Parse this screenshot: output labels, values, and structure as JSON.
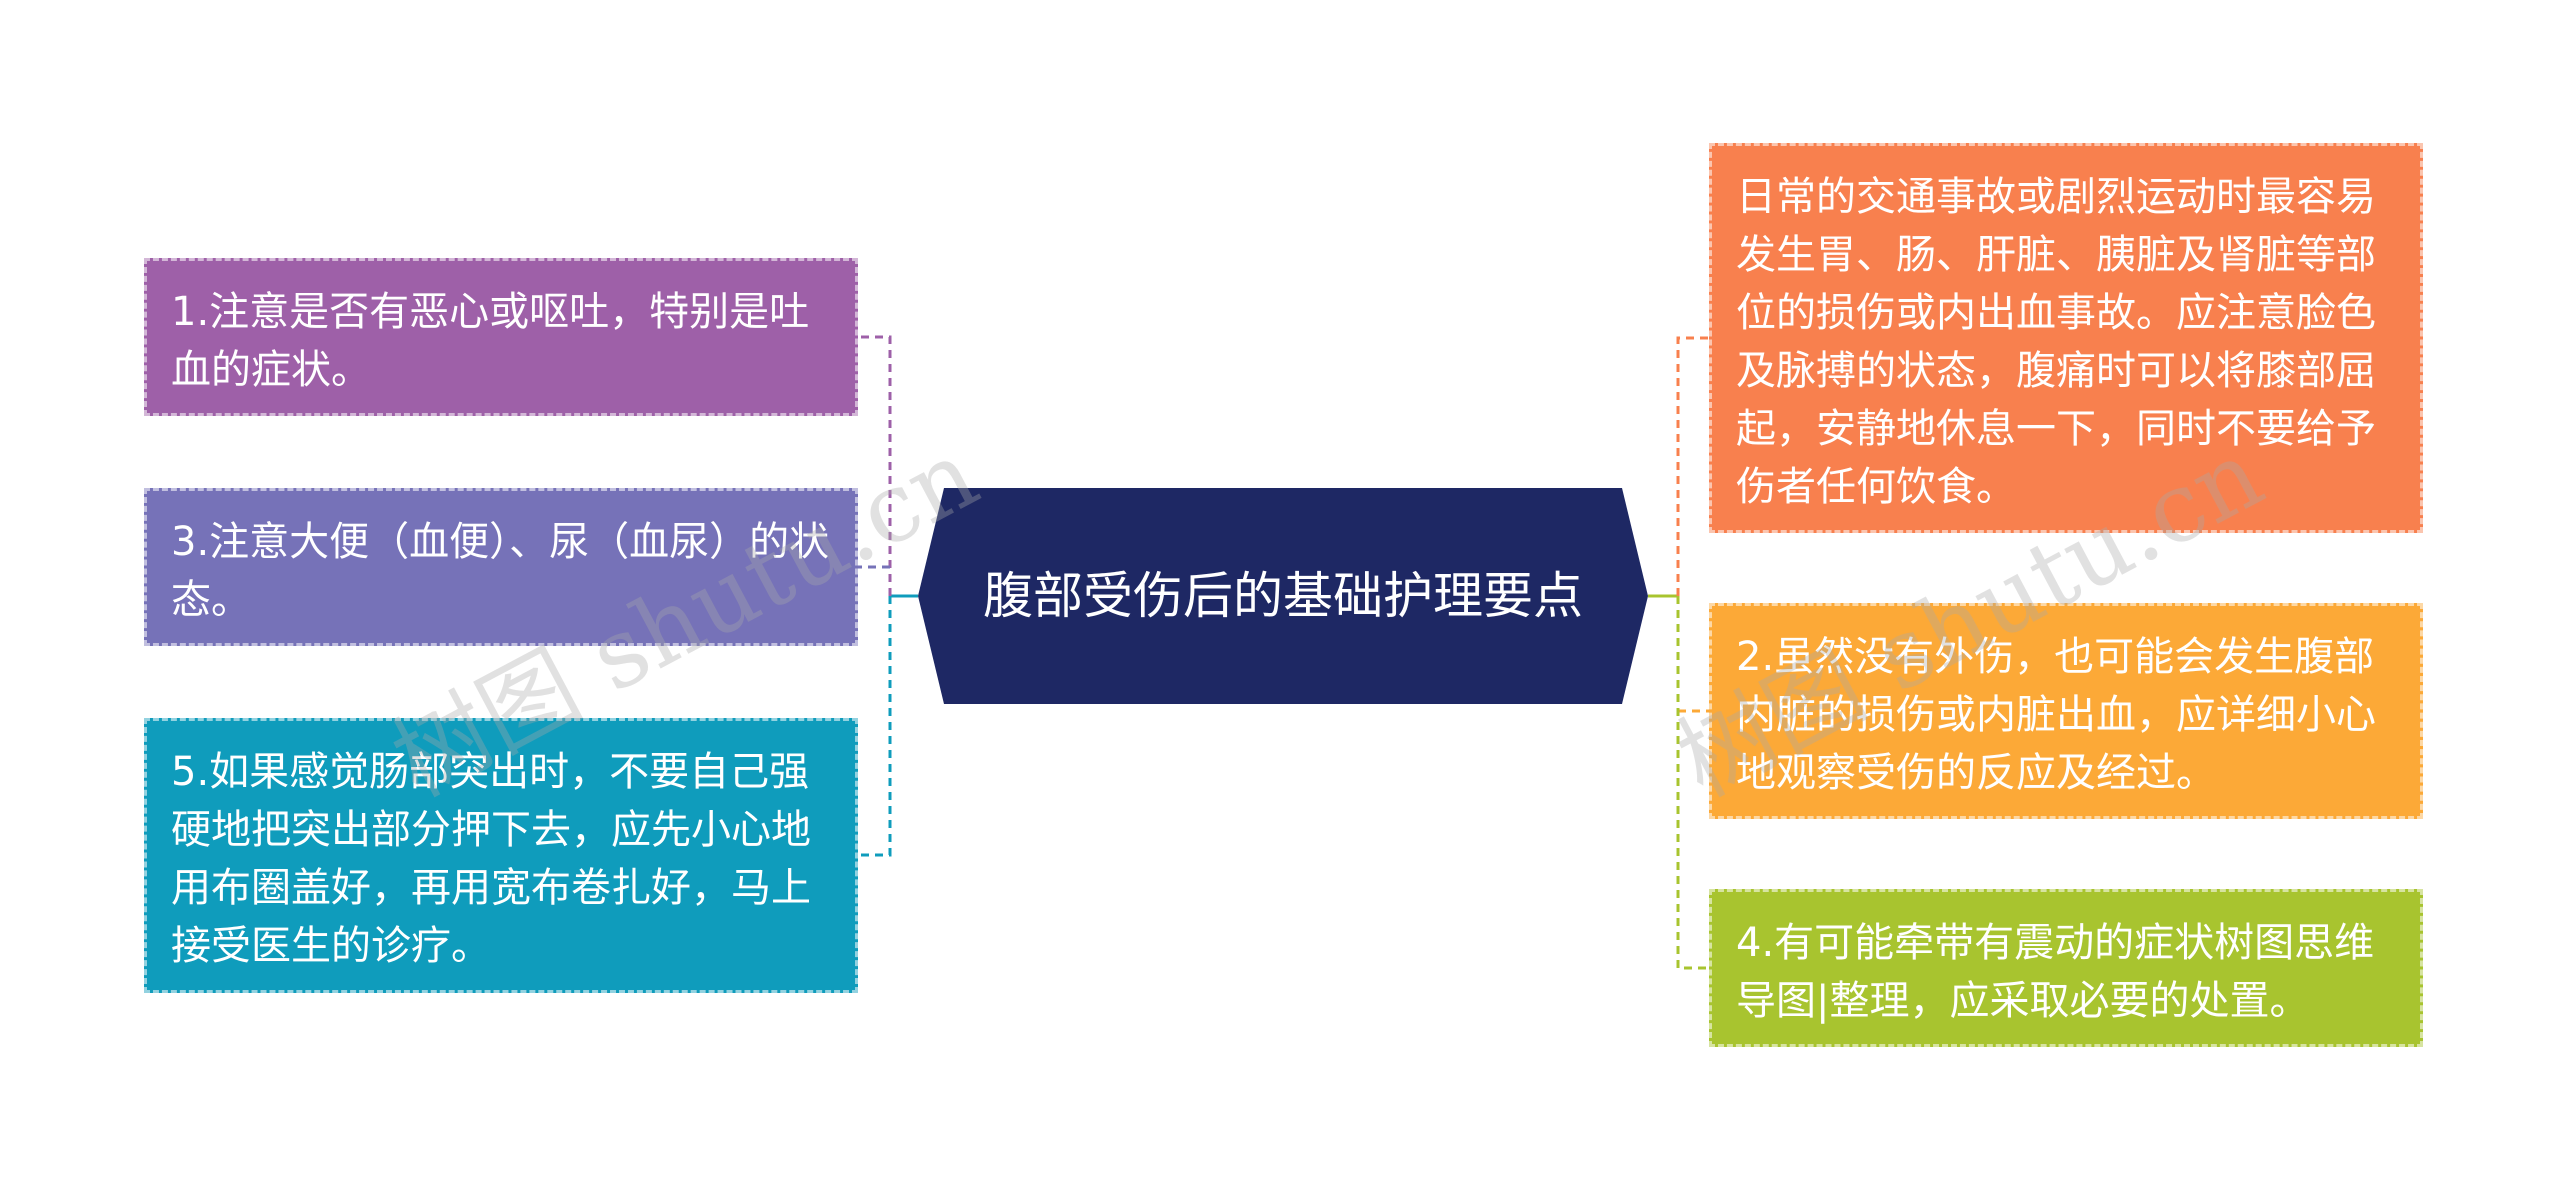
{
  "center": {
    "title": "腹部受伤后的基础护理要点"
  },
  "left_branches": [
    {
      "text": "1.注意是否有恶心或呕吐，特别是吐血的症状。",
      "color": "#9e60a8"
    },
    {
      "text": "3.注意大便（血便）、尿（血尿）的状态。",
      "color": "#7672b8"
    },
    {
      "text": "5.如果感觉肠部突出时，不要自己强硬地把突出部分押下去，应先小心地用布圈盖好，再用宽布卷扎好，马上接受医生的诊疗。",
      "color": "#0f9cbc"
    }
  ],
  "right_branches": [
    {
      "text": "日常的交通事故或剧烈运动时最容易发生胃、肠、肝脏、胰脏及肾脏等部位的损伤或内出血事故。应注意脸色及脉搏的状态，腹痛时可以将膝部屈起，安静地休息一下，同时不要给予伤者任何饮食。",
      "color": "#f8804e"
    },
    {
      "text": "2.虽然没有外伤，也可能会发生腹部内脏的损伤或内脏出血，应详细小心地观察受伤的反应及经过。",
      "color": "#fca937"
    },
    {
      "text": "4.有可能牵带有震动的症状树图思维导图|整理，应采取必要的处置。",
      "color": "#a8c42f"
    }
  ],
  "watermark": {
    "text": "树图 shutu.cn"
  }
}
